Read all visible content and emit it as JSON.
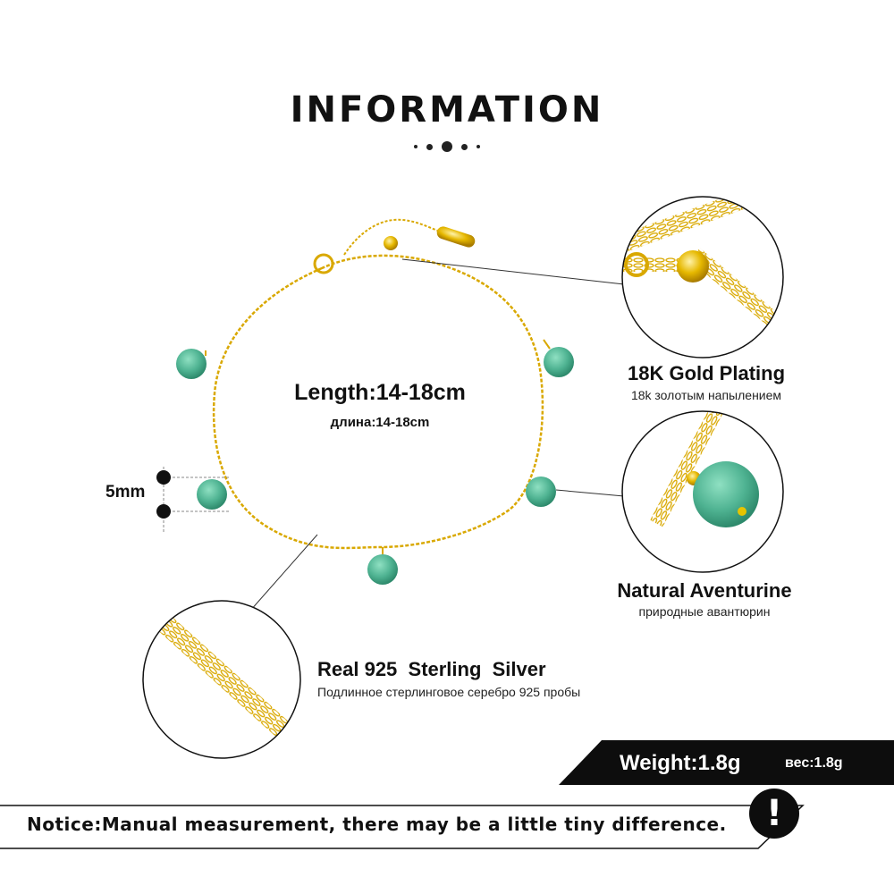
{
  "title": "INFORMATION",
  "length": {
    "en": "Length:14-18cm",
    "ru": "длина:14-18cm"
  },
  "bead_size": "5mm",
  "features": {
    "plating": {
      "en": "18K Gold Plating",
      "ru": "18k золотым напылением"
    },
    "stone": {
      "en": "Natural Aventurine",
      "ru": "природные авантюрин"
    },
    "silver": {
      "en": "Real 925  Sterling  Silver",
      "ru": "Подлинное стерлинговое серебро 925 пробы"
    }
  },
  "weight": {
    "en": "Weight:1.8g",
    "ru": "вес:1.8g"
  },
  "notice": "Notice:Manual measurement, there may be a little tiny difference.",
  "notice_icon": {
    "name": "exclamation-icon",
    "glyph": "!"
  },
  "colors": {
    "gold": "#e6b800",
    "bead": "#4fb392",
    "band": "#0d0d0d"
  }
}
